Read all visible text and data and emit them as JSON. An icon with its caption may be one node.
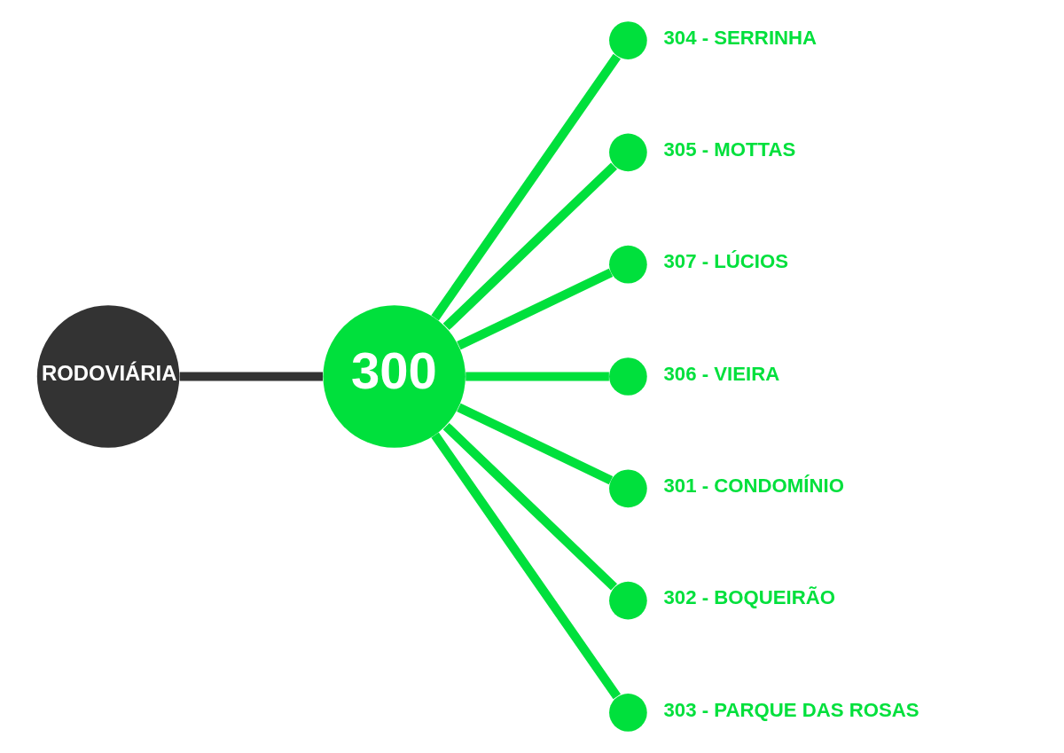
{
  "diagram": {
    "nodes": [
      {
        "text": [
          "300"
        ]
      },
      {
        "text": [
          "RODOVIÁRIA"
        ]
      },
      {
        "text": [],
        "shape": "circle",
        "beside": [
          "304 - SERRINHA"
        ]
      },
      {
        "text": [],
        "shape": "circle",
        "beside": [
          "305 - MOTTAS"
        ]
      },
      {
        "text": [],
        "shape": "circle",
        "beside": [
          "307 - LÚCIOS"
        ]
      },
      {
        "text": [],
        "shape": "circle",
        "beside": [
          "306 - VIEIRA"
        ]
      },
      {
        "text": [],
        "shape": "circle",
        "beside": [
          "301 - CONDOMÍNIO"
        ]
      },
      {
        "text": [],
        "shape": "circle",
        "beside": [
          "302 - BOQUEIRÃO"
        ]
      },
      {
        "text": [],
        "shape": "circle",
        "beside": [
          "303 - PARQUE DAS ROSAS"
        ]
      }
    ],
    "edges": [
      {
        "from": 1,
        "to": 0,
        "arrow": "none",
        "color": "#333333"
      },
      {
        "from": 0,
        "to": 2,
        "arrow": "none"
      },
      {
        "from": 0,
        "to": 3,
        "arrow": "none"
      },
      {
        "from": 0,
        "to": 4,
        "arrow": "none"
      },
      {
        "from": 0,
        "to": 5,
        "arrow": "none"
      },
      {
        "from": 0,
        "to": 6,
        "arrow": "none"
      },
      {
        "from": 0,
        "to": 7,
        "arrow": "none"
      },
      {
        "from": 0,
        "to": 8,
        "arrow": "none"
      }
    ]
  }
}
